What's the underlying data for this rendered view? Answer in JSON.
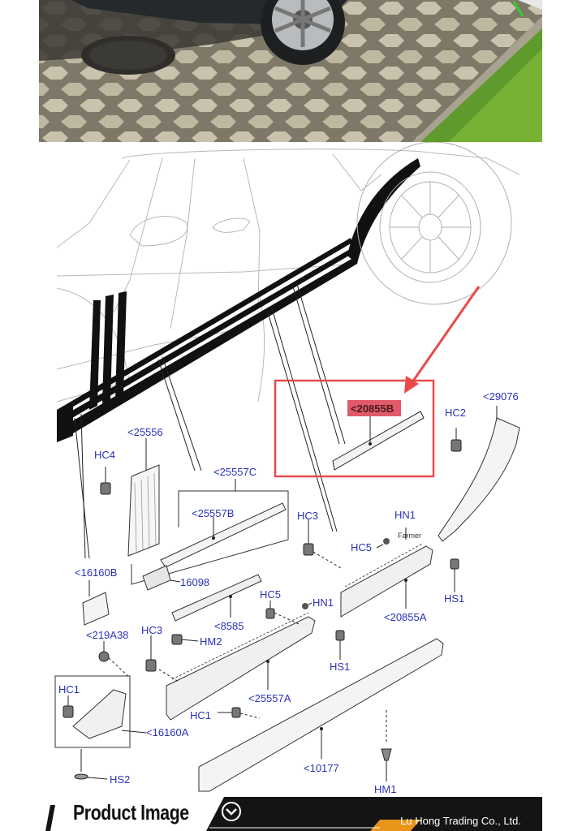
{
  "footer": {
    "title": "Product Image",
    "company": "Lu Hong Trading Co., Ltd.",
    "accent_color": "#e8951a"
  },
  "diagram": {
    "highlight_color": "#e84a4a",
    "highlight_label_bg": "#e05a6a",
    "label_color": "#2a33b8",
    "highlighted_part": "<20855B",
    "watermark": "Farmer",
    "labels": {
      "p29076": "<29076",
      "hc2": "HC2",
      "p25556": "<25556",
      "hc4": "HC4",
      "p25557c": "<25557C",
      "p25557b": "<25557B",
      "hc3a": "HC3",
      "hn1a": "HN1",
      "hc5a": "HC5",
      "p16160b": "<16160B",
      "p16098": "16098",
      "hs1a": "HS1",
      "p20855a": "<20855A",
      "p8585": "<8585",
      "hc5b": "HC5",
      "hn1b": "HN1",
      "p219a38": "<219A38",
      "hc3b": "HC3",
      "hm2": "HM2",
      "hs1b": "HS1",
      "hc1a": "HC1",
      "p25557a": "<25557A",
      "hc1b": "HC1",
      "p16160a": "<16160A",
      "p10177": "<10177",
      "hs2": "HS2",
      "hm1": "HM1"
    }
  }
}
